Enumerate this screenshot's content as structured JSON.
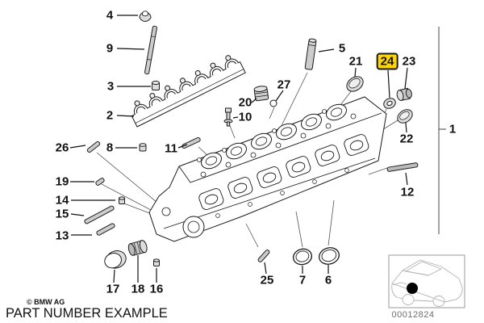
{
  "page": {
    "copyright": "© BMW AG",
    "caption": "PART NUMBER EXAMPLE",
    "diagram_code": "00012824",
    "highlight_color": "#FFD500",
    "highlighted_callout": "24",
    "subject": "cylinder-head-exploded-diagram"
  },
  "callouts": {
    "n1": "1",
    "n2": "2",
    "n3": "3",
    "n4": "4",
    "n5": "5",
    "n6": "6",
    "n7": "7",
    "n8": "8",
    "n9": "9",
    "n10": "10",
    "n11": "11",
    "n12": "12",
    "n13": "13",
    "n14": "14",
    "n15": "15",
    "n16": "16",
    "n17": "17",
    "n18": "18",
    "n19": "19",
    "n20": "20",
    "n21": "21",
    "n22": "22",
    "n23": "23",
    "n24": "24",
    "n25": "25",
    "n26": "26",
    "n27": "27"
  }
}
